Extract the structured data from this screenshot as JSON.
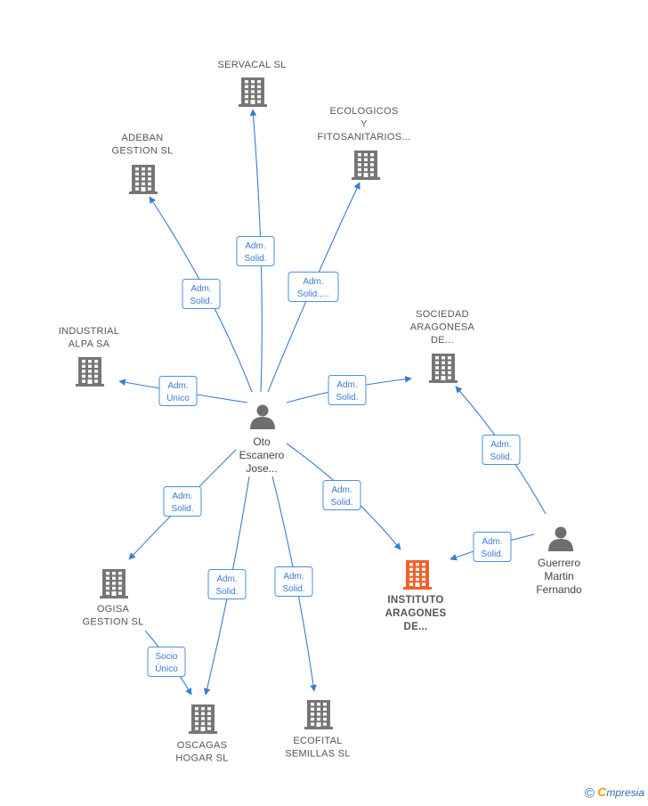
{
  "colors": {
    "edge": "#3a7bd5",
    "building": "#767676",
    "highlight": "#f0612a",
    "person": "#6e6e6e"
  },
  "footer": {
    "copyright": "©",
    "brand_initial": "C",
    "brand_rest": "mpresia"
  },
  "nodes": [
    {
      "id": "servacal",
      "type": "company",
      "lines": [
        "SERVACAL  SL"
      ]
    },
    {
      "id": "ecologicos",
      "type": "company",
      "lines": [
        "ECOLOGICOS",
        "Y",
        "FITOSANITARIOS..."
      ]
    },
    {
      "id": "adeban",
      "type": "company",
      "lines": [
        "ADEBAN",
        "GESTION  SL"
      ]
    },
    {
      "id": "industrial",
      "type": "company",
      "lines": [
        "INDUSTRIAL",
        "ALPA SA"
      ]
    },
    {
      "id": "sociedad",
      "type": "company",
      "lines": [
        "SOCIEDAD",
        "ARAGONESA",
        "DE..."
      ]
    },
    {
      "id": "oto",
      "type": "person",
      "lines": [
        "Oto",
        "Escanero",
        "Jose..."
      ]
    },
    {
      "id": "guerrero",
      "type": "person",
      "lines": [
        "Guerrero",
        "Martin",
        "Fernando"
      ]
    },
    {
      "id": "instituto",
      "type": "company",
      "highlight": true,
      "lines": [
        "INSTITUTO",
        "ARAGONES",
        "DE..."
      ]
    },
    {
      "id": "ogisa",
      "type": "company",
      "lines": [
        "OGISA",
        "GESTION  SL"
      ]
    },
    {
      "id": "oscagas",
      "type": "company",
      "lines": [
        "OSCAGAS",
        "HOGAR  SL"
      ]
    },
    {
      "id": "ecofital",
      "type": "company",
      "lines": [
        "ECOFITAL",
        "SEMILLAS  SL"
      ]
    }
  ],
  "edges": [
    {
      "from": "oto",
      "to": "servacal",
      "lines": [
        "Adm.",
        "Solid."
      ]
    },
    {
      "from": "oto",
      "to": "ecologicos",
      "lines": [
        "Adm.",
        "Solid.,..."
      ]
    },
    {
      "from": "oto",
      "to": "adeban",
      "lines": [
        "Adm.",
        "Solid."
      ]
    },
    {
      "from": "oto",
      "to": "industrial",
      "lines": [
        "Adm.",
        "Unico"
      ]
    },
    {
      "from": "oto",
      "to": "sociedad",
      "lines": [
        "Adm.",
        "Solid."
      ]
    },
    {
      "from": "oto",
      "to": "instituto",
      "lines": [
        "Adm.",
        "Solid."
      ]
    },
    {
      "from": "oto",
      "to": "ogisa",
      "lines": [
        "Adm.",
        "Solid."
      ]
    },
    {
      "from": "oto",
      "to": "oscagas",
      "lines": [
        "Adm.",
        "Solid."
      ]
    },
    {
      "from": "oto",
      "to": "ecofital",
      "lines": [
        "Adm.",
        "Solid."
      ]
    },
    {
      "from": "guerrero",
      "to": "sociedad",
      "lines": [
        "Adm.",
        "Solid."
      ]
    },
    {
      "from": "guerrero",
      "to": "instituto",
      "lines": [
        "Adm.",
        "Solid."
      ]
    },
    {
      "from": "ogisa",
      "to": "oscagas",
      "lines": [
        "Socio",
        "Único"
      ]
    }
  ]
}
